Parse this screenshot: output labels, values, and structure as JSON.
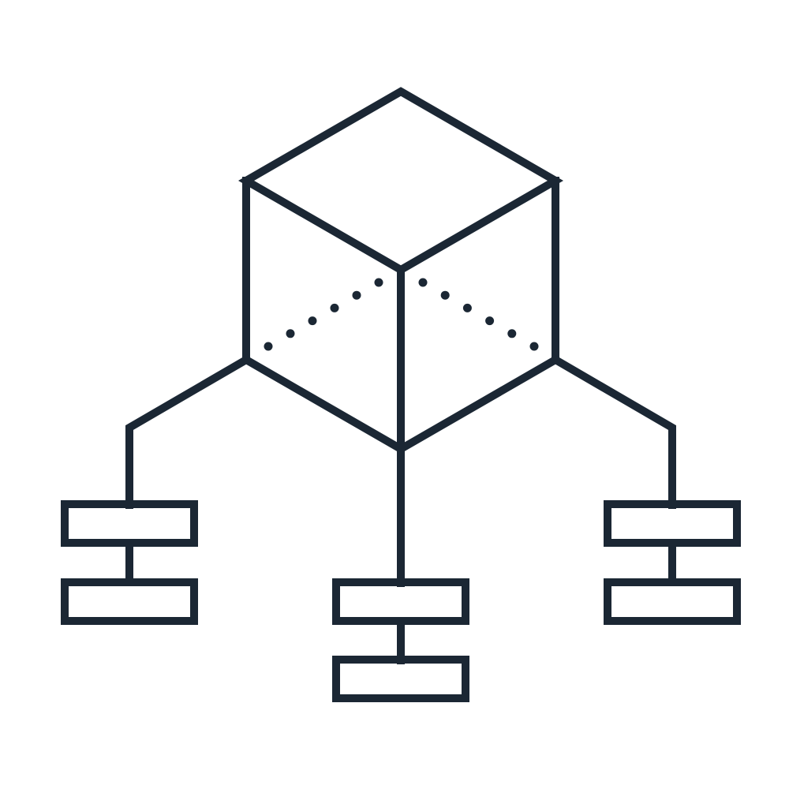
{
  "diagram": {
    "icon": "cube-hierarchy-icon",
    "colors": {
      "background": "#ffffff",
      "outline": "#1b2734",
      "branch_left_top": "#1f8fff",
      "branch_center_top": "#8fd1ff",
      "branch_right_top": "#0370f2",
      "branch_bottom": "#ffffff"
    },
    "branches": [
      {
        "id": "left",
        "top_fill_key": "branch_left_top"
      },
      {
        "id": "center",
        "top_fill_key": "branch_center_top"
      },
      {
        "id": "right",
        "top_fill_key": "branch_right_top"
      }
    ]
  }
}
